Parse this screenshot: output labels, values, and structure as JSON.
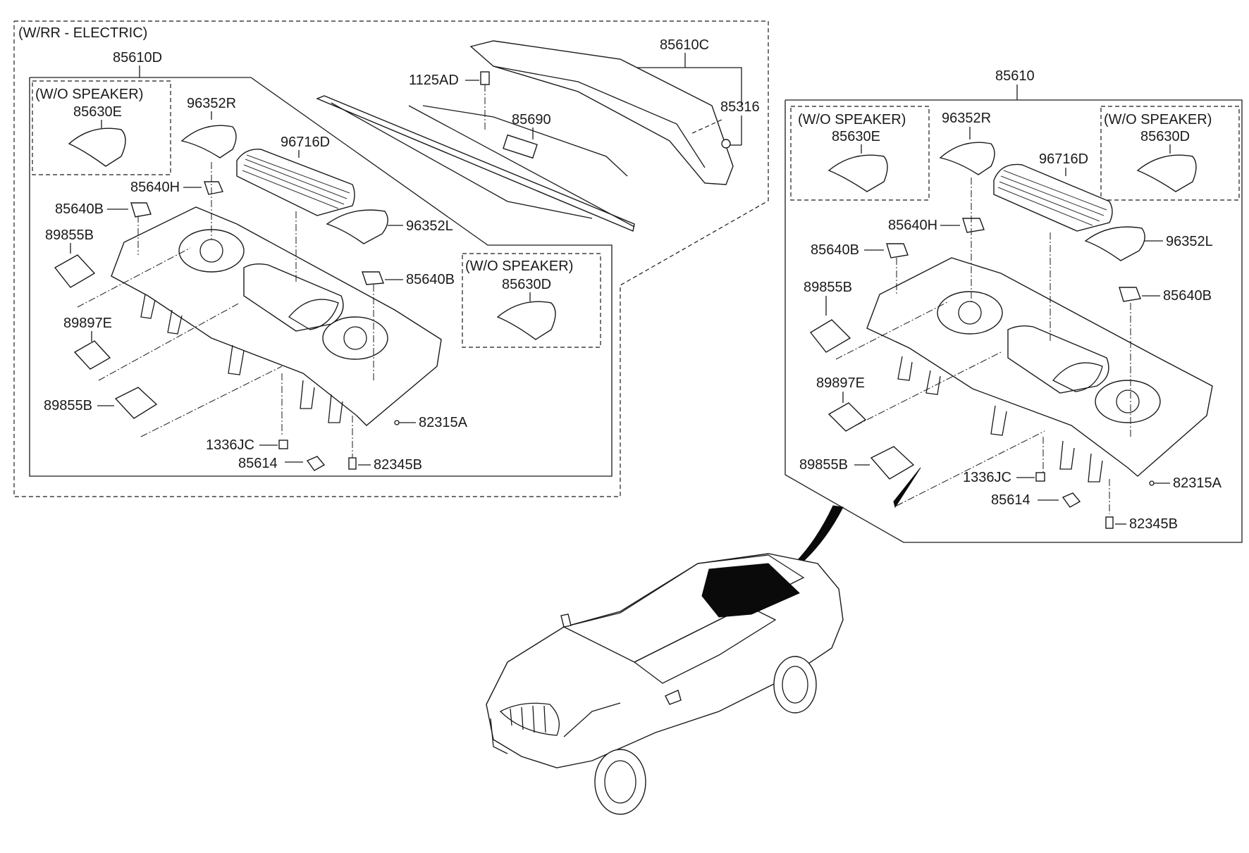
{
  "left_group": {
    "heading": "(W/RR - ELECTRIC)",
    "assembly": "85610D",
    "wo_speaker_left": {
      "note": "(W/O SPEAKER)",
      "part": "85630E"
    },
    "wo_speaker_center": {
      "note": "(W/O SPEAKER)",
      "part": "85630D"
    },
    "labels": {
      "p96352R": "96352R",
      "p96716D": "96716D",
      "p85640H": "85640H",
      "p85640B_a": "85640B",
      "p89855B_a": "89855B",
      "p96352L": "96352L",
      "p85640B_b": "85640B",
      "p89897E": "89897E",
      "p89855B_b": "89855B",
      "p82315A": "82315A",
      "p1336JC": "1336JC",
      "p85614": "85614",
      "p82345B": "82345B",
      "p1125AD": "1125AD",
      "p85690": "85690",
      "p85610C": "85610C",
      "p85316": "85316"
    }
  },
  "right_group": {
    "assembly": "85610",
    "wo_speaker_left": {
      "note": "(W/O SPEAKER)",
      "part": "85630E"
    },
    "wo_speaker_right": {
      "note": "(W/O SPEAKER)",
      "part": "85630D"
    },
    "labels": {
      "p96352R": "96352R",
      "p96716D": "96716D",
      "p85640H": "85640H",
      "p85640B_a": "85640B",
      "p96352L": "96352L",
      "p89855B_a": "89855B",
      "p85640B_b": "85640B",
      "p89897E": "89897E",
      "p89855B_b": "89855B",
      "p1336JC": "1336JC",
      "p82315A": "82315A",
      "p85614": "85614",
      "p82345B": "82345B"
    }
  }
}
